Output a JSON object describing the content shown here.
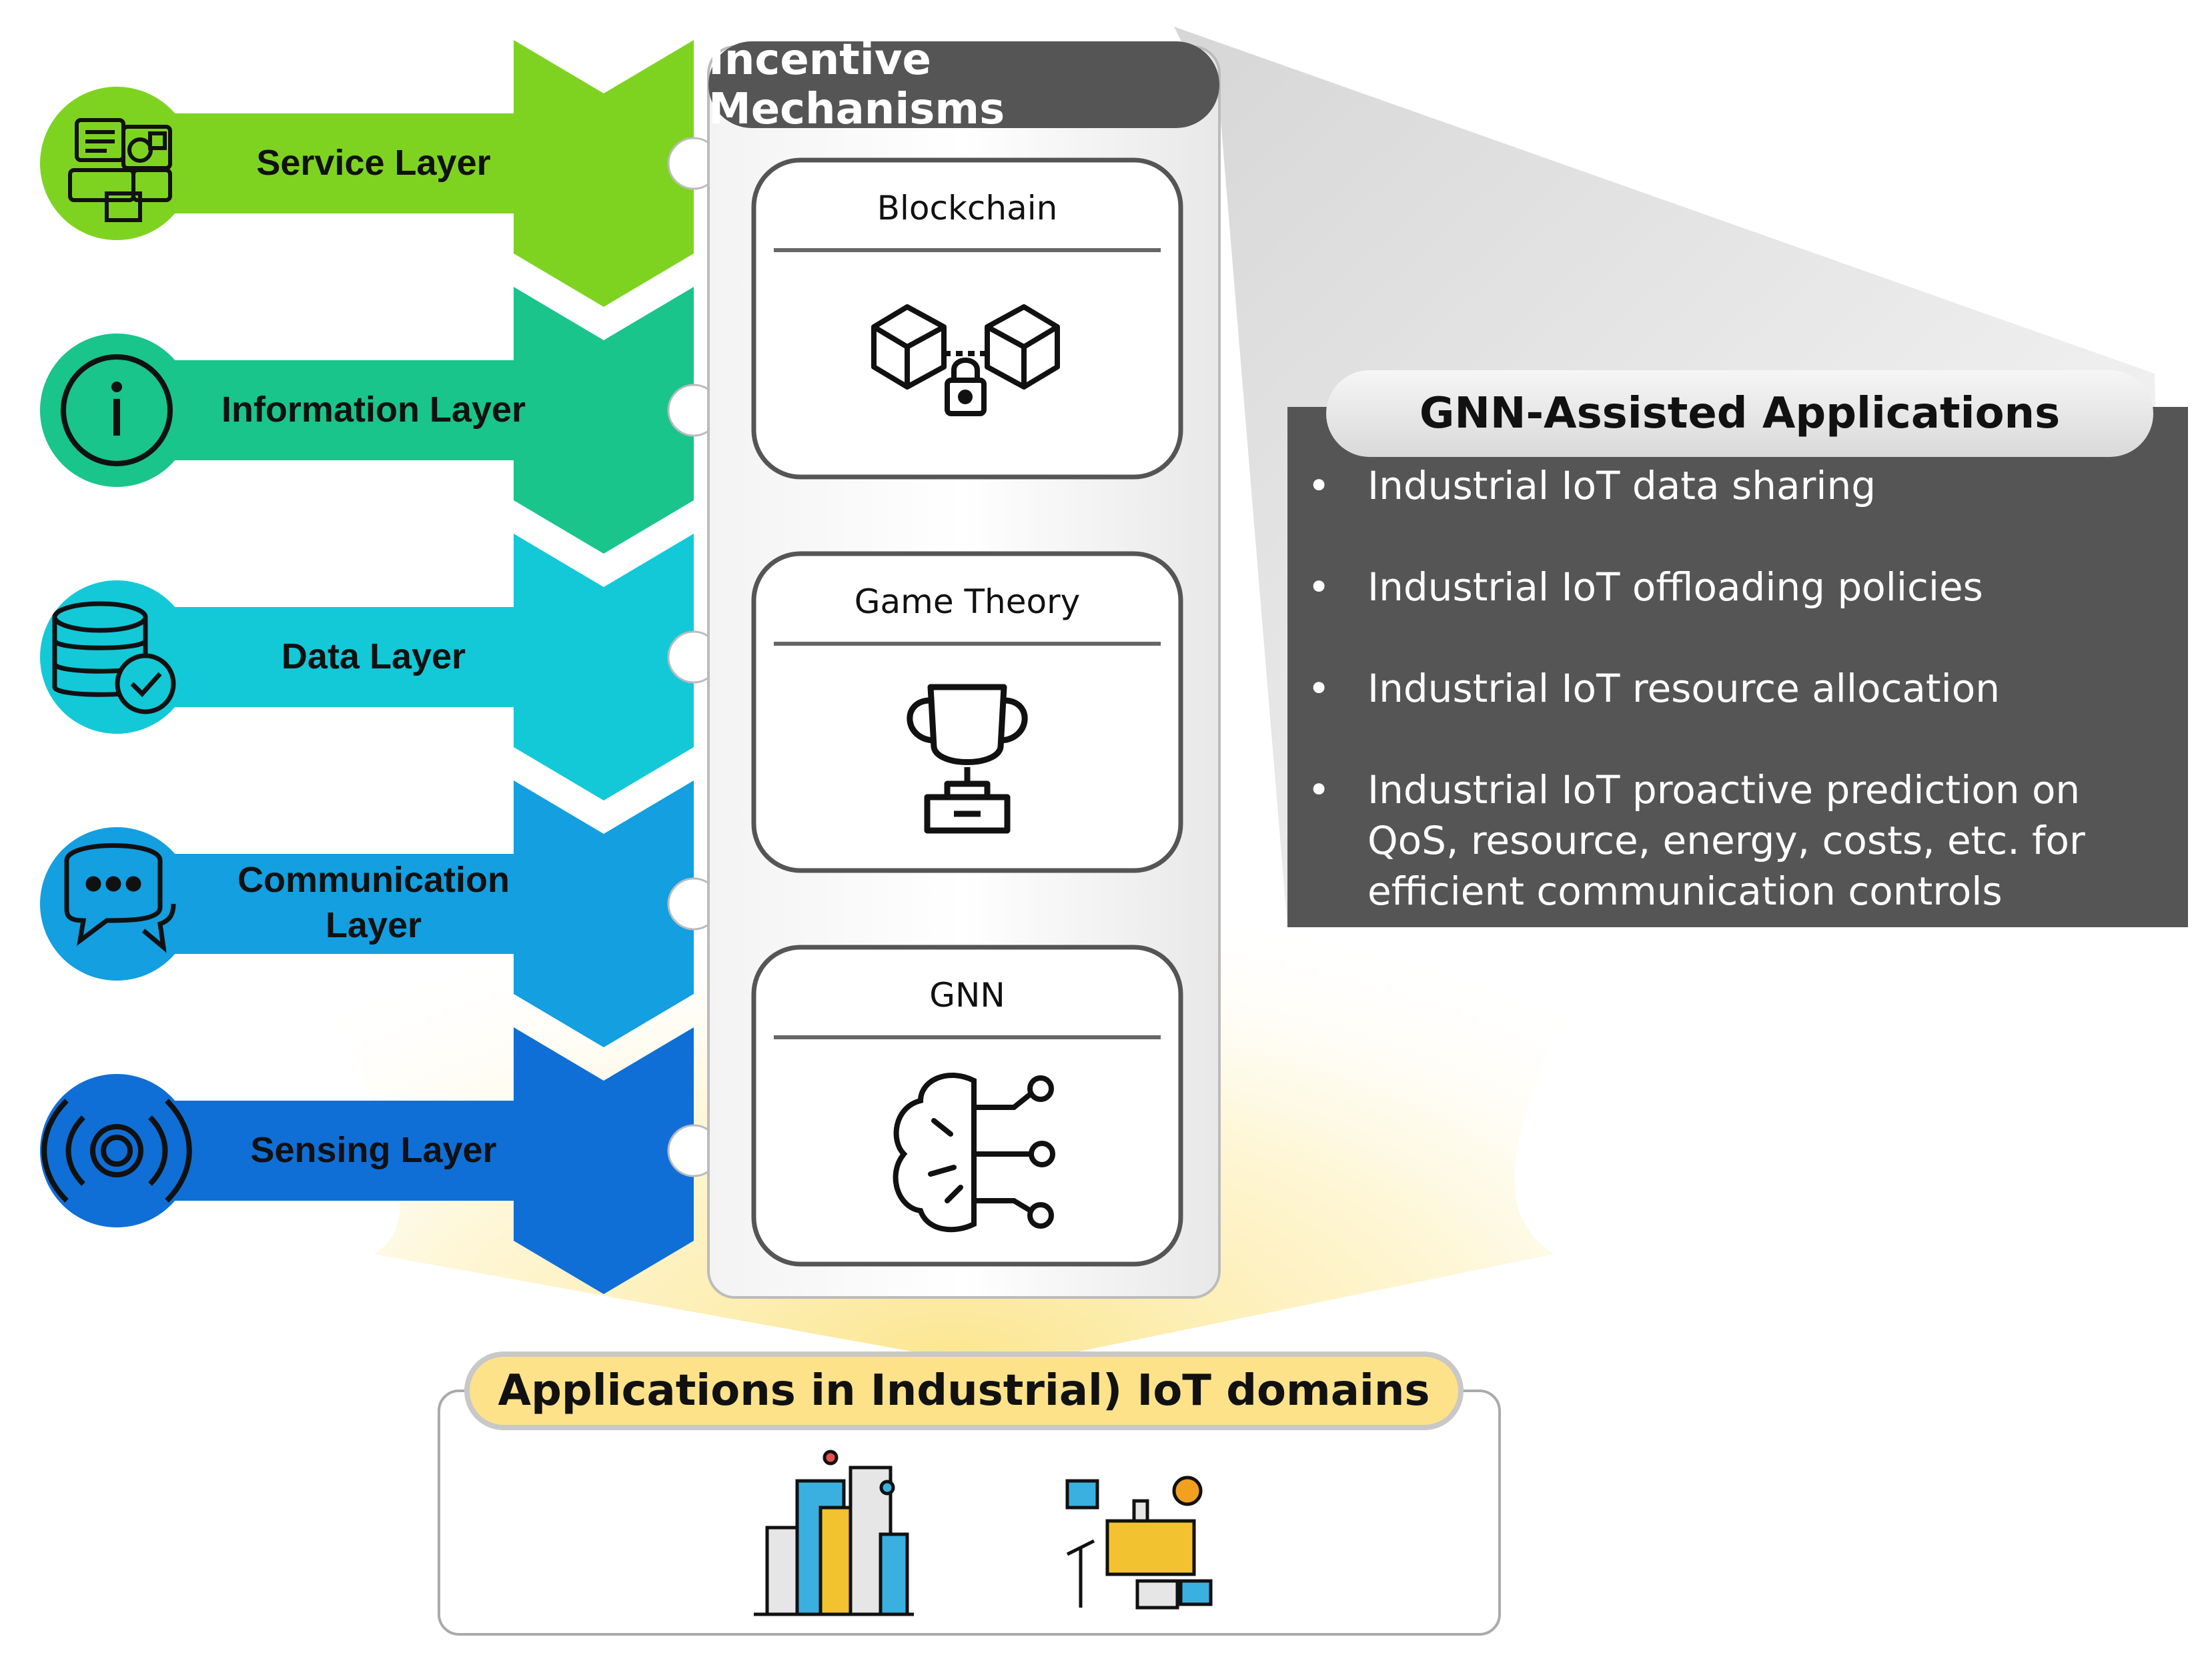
{
  "layers": [
    {
      "id": "service",
      "label": "Service Layer",
      "color": "#7ed321",
      "icon": "service-dashboard-icon"
    },
    {
      "id": "information",
      "label": "Information Layer",
      "color": "#19c58a",
      "icon": "info-icon"
    },
    {
      "id": "data",
      "label": "Data Layer",
      "color": "#13c9d8",
      "icon": "database-check-icon"
    },
    {
      "id": "communication",
      "label": "Communication Layer",
      "color": "#139fe0",
      "icon": "chat-bubbles-icon"
    },
    {
      "id": "sensing",
      "label": "Sensing Layer",
      "color": "#0f6fd6",
      "icon": "signal-broadcast-icon"
    }
  ],
  "incentive": {
    "title": "Incentive Mechanisms",
    "items": [
      {
        "label": "Blockchain",
        "icon": "blockchain-cubes-lock-icon"
      },
      {
        "label": "Game Theory",
        "icon": "trophy-icon"
      },
      {
        "label": "GNN",
        "icon": "brain-network-icon"
      }
    ]
  },
  "gnn_apps": {
    "title": "GNN-Assisted Applications",
    "bullets": [
      "Industrial IoT data sharing",
      "Industrial IoT offloading policies",
      "Industrial IoT resource allocation",
      "Industrial IoT proactive prediction on QoS, resource, energy, costs, etc. for efficient communication controls"
    ]
  },
  "applications": {
    "title": "Applications in Industrial) IoT domains",
    "icons": [
      "smart-city-icon",
      "smart-factory-icon"
    ]
  },
  "colors": {
    "mechanism_title_bg": "#555555",
    "gnn_panel_bg": "#555555",
    "applications_title_bg": "#fde28a",
    "glow": "#fbe17a"
  }
}
